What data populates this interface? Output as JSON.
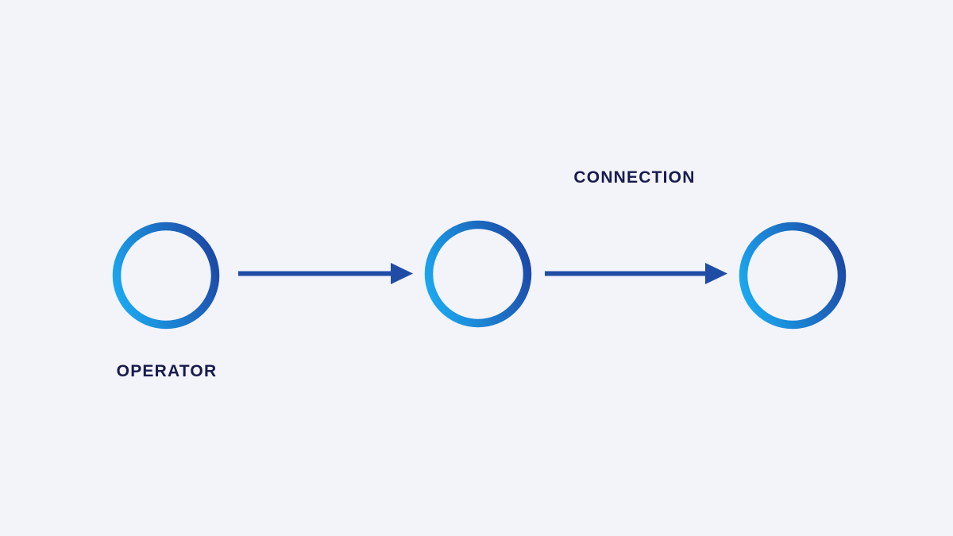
{
  "diagram": {
    "title": "operator-connection-flow",
    "labels": {
      "operator": "OPERATOR",
      "connection": "CONNECTION"
    },
    "nodes": [
      {
        "id": "node-1",
        "label": "OPERATOR"
      },
      {
        "id": "node-2",
        "label": ""
      },
      {
        "id": "node-3",
        "label": ""
      }
    ],
    "edges": [
      {
        "from": "node-1",
        "to": "node-2",
        "label": ""
      },
      {
        "from": "node-2",
        "to": "node-3",
        "label": "CONNECTION"
      }
    ],
    "colors": {
      "background": "#F3F3FA",
      "circle_gradient_start": "#1BA7EF",
      "circle_gradient_end": "#1C4AA6",
      "arrow": "#1F4CA5",
      "label_text": "#171B4D"
    }
  }
}
